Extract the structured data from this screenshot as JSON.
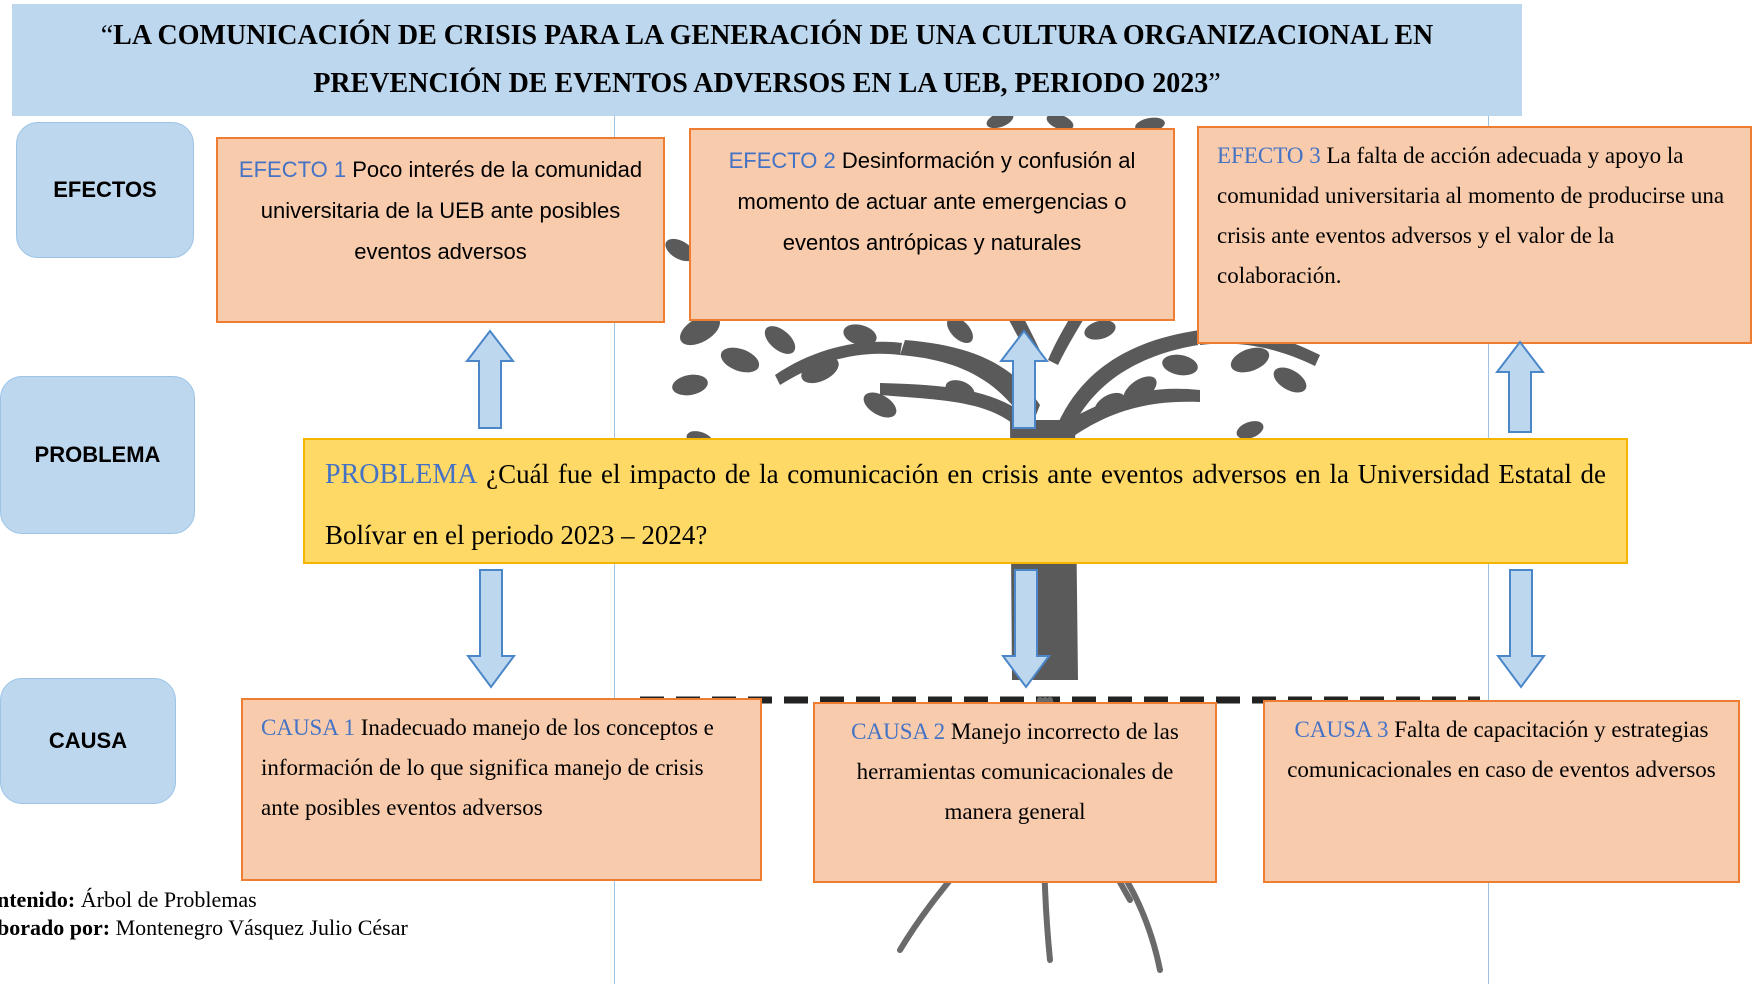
{
  "title": {
    "open_quote": "“",
    "text": "LA COMUNICACIÓN DE CRISIS PARA LA GENERACIÓN DE UNA CULTURA ORGANIZACIONAL EN PREVENCIÓN DE EVENTOS ADVERSOS EN LA UEB, PERIODO 2023",
    "close_quote": "”"
  },
  "side_labels": {
    "effects": "EFECTOS",
    "problem": "PROBLEMA",
    "cause": "CAUSA"
  },
  "effects": [
    {
      "tag": "EFECTO 1",
      "text": "Poco   interés de la comunidad universitaria de la UEB   ante posibles eventos adversos"
    },
    {
      "tag": "EFECTO 2",
      "text": "Desinformación y confusión al momento de actuar ante emergencias o eventos antrópicas y naturales"
    },
    {
      "tag": "EFECTO 3",
      "text": "La falta de acción adecuada y apoyo la comunidad universitaria al momento de producirse   una crisis ante eventos adversos y el valor de la colaboración."
    }
  ],
  "problem": {
    "tag": "PROBLEMA",
    "text": "¿Cuál fue el impacto de la comunicación en crisis ante eventos adversos en la Universidad Estatal de Bolívar en el periodo 2023 – 2024?"
  },
  "causes": [
    {
      "tag": "CAUSA 1",
      "text": "Inadecuado manejo de los conceptos e información de lo que significa manejo de crisis ante posibles eventos adversos"
    },
    {
      "tag": "CAUSA 2",
      "text": "Manejo incorrecto de las herramientas comunicacionales de manera general"
    },
    {
      "tag": "CAUSA 3",
      "text": "Falta de capacitación y estrategias comunicacionales en caso de eventos adversos"
    }
  ],
  "footer": {
    "content_label": "ontenido:",
    "content_value": " Árbol de Problemas",
    "author_label": "aborado por:",
    "author_value": " Montenegro Vásquez Julio César"
  },
  "colors": {
    "title_bg": "#bdd7ee",
    "box_fill": "#f8cbad",
    "box_border": "#ed7d31",
    "problem_fill": "#ffd966",
    "tag_color": "#4472c4",
    "arrow_fill": "#bdd7ee",
    "arrow_stroke": "#4a86c8"
  },
  "background_image": "tree-illustration"
}
